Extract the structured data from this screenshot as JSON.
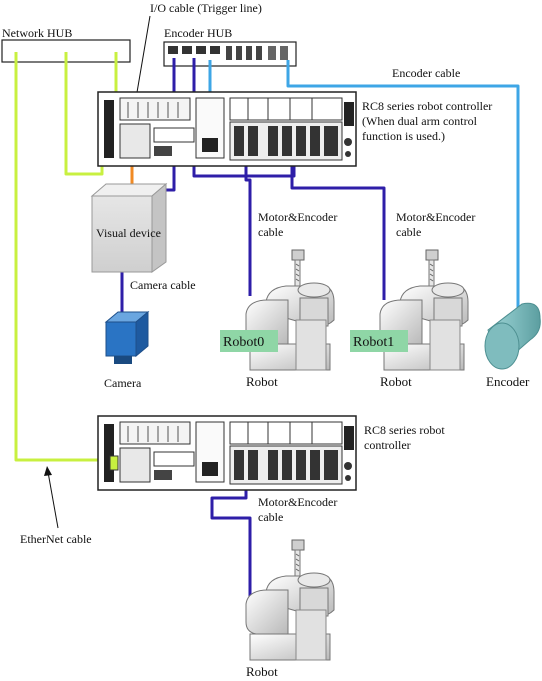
{
  "colors": {
    "ethernet": "#c8f040",
    "io_trigger": "#f08a24",
    "encoder_cable": "#3ea6e6",
    "motor_cable": "#2e1ea8",
    "robot_tag": "#8fd6a6",
    "camera": "#2a74c4"
  },
  "labels": {
    "network_hub": "Network HUB",
    "io_cable": "I/O cable (Trigger line)",
    "encoder_hub": "Encoder HUB",
    "encoder_cable": "Encoder cable",
    "controller1_line1": "RC8 series robot controller",
    "controller1_line2": "(When dual arm control",
    "controller1_line3": "function is used.)",
    "visual_device": "Visual device",
    "motor_encoder_cable_1_line1": "Motor&Encoder",
    "motor_encoder_cable_1_line2": "cable",
    "motor_encoder_cable_2_line1": "Motor&Encoder",
    "motor_encoder_cable_2_line2": "cable",
    "camera_cable": "Camera cable",
    "camera": "Camera",
    "robot0_tag": "Robot0",
    "robot1_tag": "Robot1",
    "robot_a": "Robot",
    "robot_b": "Robot",
    "encoder": "Encoder",
    "controller2_line1": "RC8 series robot",
    "controller2_line2": "controller",
    "motor_encoder_cable_3_line1": "Motor&Encoder",
    "motor_encoder_cable_3_line2": "cable",
    "ethernet_cable": "EtherNet cable",
    "robot_c": "Robot"
  },
  "icons": {
    "network_hub": "network-hub-icon",
    "encoder_hub": "encoder-hub-icon",
    "controller": "robot-controller-icon",
    "visual_device": "visual-device-box-icon",
    "camera": "camera-icon",
    "robot": "scara-robot-icon",
    "encoder": "encoder-cylinder-icon"
  }
}
